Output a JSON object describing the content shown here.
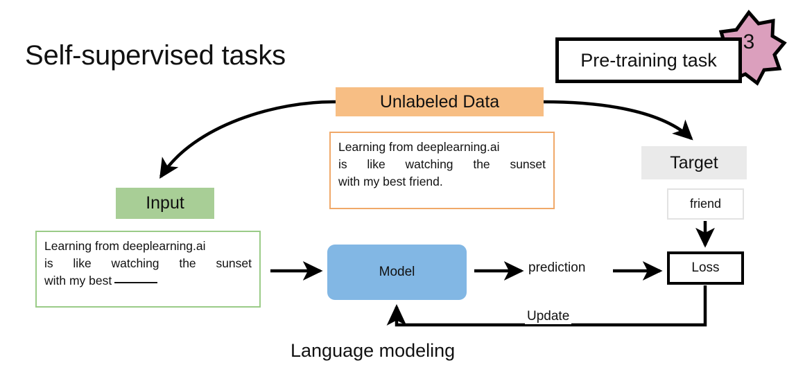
{
  "slide": {
    "title": "Self-supervised tasks",
    "caption": "Language modeling",
    "background_color": "#FFFFFF"
  },
  "badge": {
    "box_label": "Pre-training task",
    "star_number": "3",
    "star_color": "#DB9FBD",
    "star_border_color": "#000000",
    "box_border_color": "#000000"
  },
  "unlabeled_data": {
    "header_label": "Unlabeled Data",
    "header_color": "#F7BE84",
    "body_border_color": "#F0A868",
    "body_lines": [
      "Learning from deeplearning.ai",
      "is like watching the sunset",
      "with my best friend."
    ],
    "body_line2_words": [
      "is",
      "like",
      "watching",
      "the",
      "sunset"
    ]
  },
  "input": {
    "header_label": "Input",
    "header_color": "#A8CE96",
    "body_border_color": "#9ACB87",
    "body_lines": [
      "Learning from deeplearning.ai",
      "is like watching the sunset",
      "with my best"
    ],
    "body_line2_words": [
      "is",
      "like",
      "watching",
      "the",
      "sunset"
    ],
    "blank_placeholder": ""
  },
  "model": {
    "label": "Model",
    "color": "#82B7E4"
  },
  "prediction": {
    "label": "prediction"
  },
  "update": {
    "label": "Update"
  },
  "target": {
    "header_label": "Target",
    "header_color": "#EAEAEA",
    "value_label": "friend",
    "value_border_color": "#E2E2E2"
  },
  "loss": {
    "label": "Loss",
    "border_color": "#000000"
  }
}
